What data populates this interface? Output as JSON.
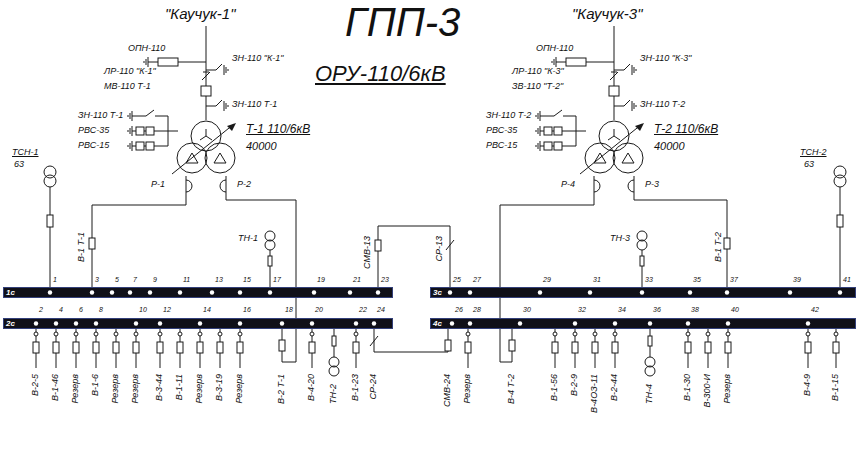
{
  "diagram": {
    "title": "ГПП-3",
    "nodes": [
      {
        "text": [
          "Т-1 110/6кВ",
          "40000"
        ]
      },
      {
        "text": [
          "Т-2 110/6кВ",
          "40000"
        ]
      },
      {
        "text": [
          "1с"
        ]
      },
      {
        "text": [
          "2с"
        ]
      },
      {
        "text": [
          "3с"
        ]
      },
      {
        "text": [
          "4с"
        ]
      }
    ],
    "edges": [
      {
        "from": 0,
        "to": 2,
        "arrow": "none",
        "label": "Р-1"
      },
      {
        "from": 0,
        "to": 3,
        "arrow": "none",
        "label": "Р-2"
      },
      {
        "from": 1,
        "to": 5,
        "arrow": "none",
        "label": "Р-4"
      },
      {
        "from": 1,
        "to": 4,
        "arrow": "none",
        "label": "Р-3"
      },
      {
        "from": 2,
        "to": 4,
        "arrow": "none"
      },
      {
        "from": 3,
        "to": 5,
        "arrow": "none"
      }
    ],
    "labels": [
      "\"Каучук-1\"",
      "\"Каучук-3\"",
      "ОРУ-110/6кВ",
      "ОПН-110",
      "ЗН-110 \"К-1\"",
      "ЛР-110 \"К-1\"",
      "МВ-110 Т-1",
      "ЗН-110 Т-1",
      "ЗН-110 Т-1",
      "РВС-35",
      "РВС-15",
      "ОПН-110",
      "ЗН-110 \"К-3\"",
      "ЛР-110 \"К-3\"",
      "ЗВ-110 \"Т-2\"",
      "ЗН-110 Т-2",
      "ЗН-110 Т-2",
      "РВС-35",
      "РВС-15",
      "ТСН-1",
      "63",
      "ТСН-2",
      "63",
      "ТН-1",
      "ТН-3",
      "В-1 Т-1",
      "СМВ-13",
      "СР-13",
      "В-1 Т-2",
      "1",
      "3",
      "5",
      "7",
      "9",
      "11",
      "13",
      "15",
      "17",
      "19",
      "21",
      "23",
      "2",
      "4",
      "6",
      "8",
      "10",
      "12",
      "14",
      "16",
      "18",
      "20",
      "22",
      "24",
      "25",
      "27",
      "29",
      "31",
      "33",
      "35",
      "37",
      "39",
      "41",
      "26",
      "28",
      "30",
      "32",
      "34",
      "36",
      "38",
      "40",
      "42",
      "В-2-5",
      "В-1-46",
      "Резерв",
      "В-1-6",
      "Резерв",
      "Резерв",
      "В-3-44",
      "В-1-11",
      "Резерв",
      "В-3-19",
      "Резерв",
      "В-2 Т-1",
      "В-4-20",
      "ТН-2",
      "В-1-23",
      "СР-24",
      "СМВ-24",
      "Резерв",
      "В-4 Т-2",
      "В-1-56",
      "В-2-9",
      "В-4ОЗ-11",
      "В-2-44",
      "ТН-4",
      "В-1-30",
      "В-300-И",
      "Резерв",
      "В-4-9",
      "В-1-15"
    ]
  }
}
